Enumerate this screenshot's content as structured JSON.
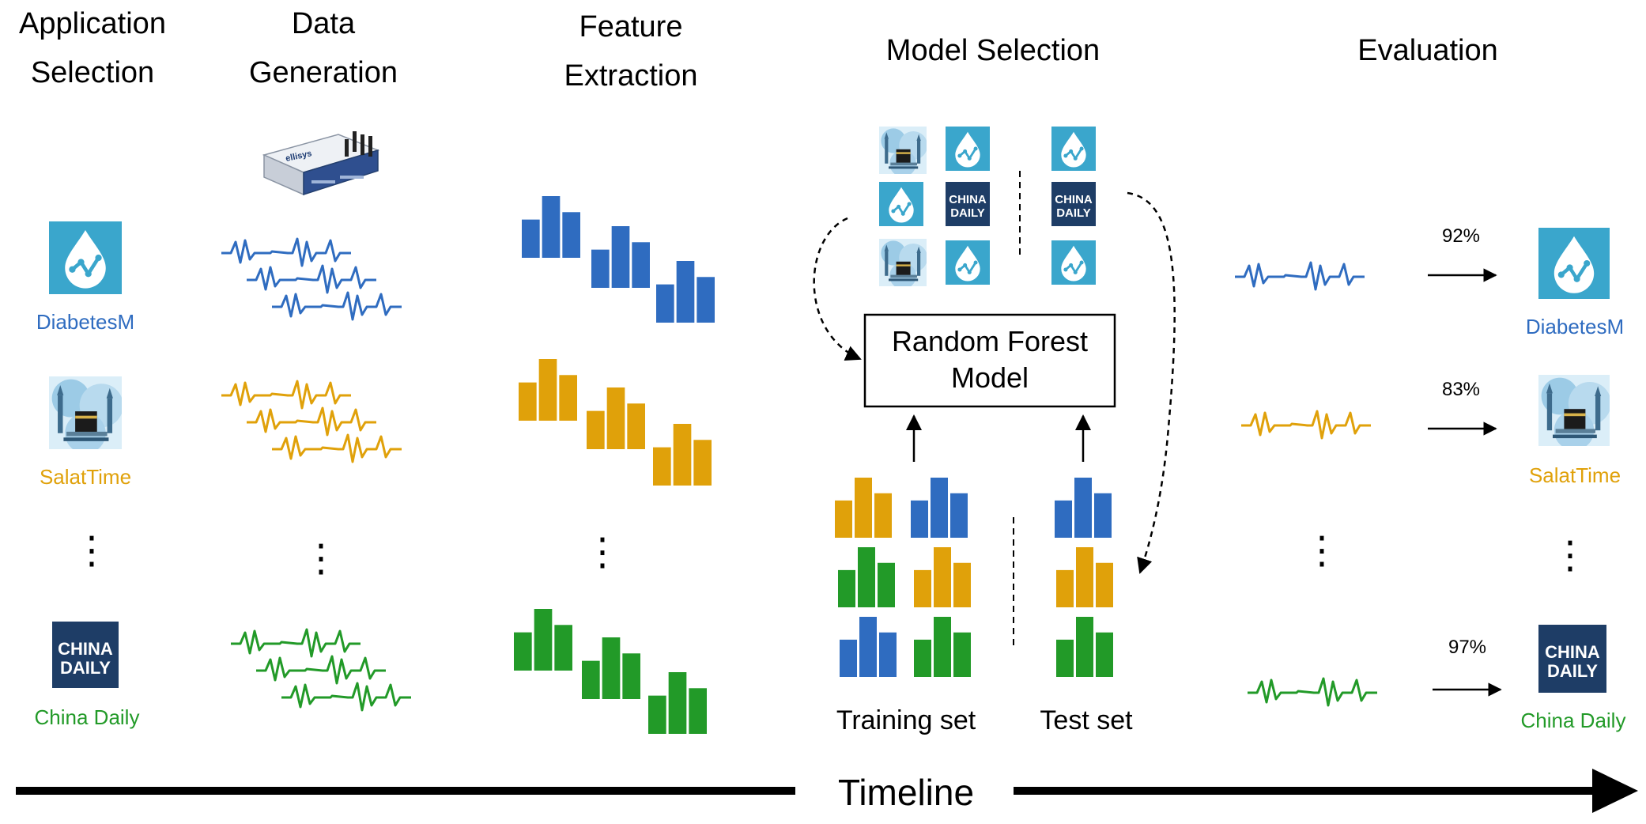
{
  "stages": [
    {
      "line1": "Application",
      "line2": "Selection"
    },
    {
      "line1": "Data",
      "line2": "Generation"
    },
    {
      "line1": "Feature",
      "line2": "Extraction"
    },
    {
      "line1": "Model Selection"
    },
    {
      "line1": "Evaluation"
    }
  ],
  "apps": [
    {
      "name": "DiabetesM",
      "color": "#2f6cc0",
      "icon": "drop-chart-icon"
    },
    {
      "name": "SalatTime",
      "color": "#e0a10a",
      "icon": "mosque-icon"
    },
    {
      "name": "China Daily",
      "color": "#229a28",
      "icon": "newspaper-logo-icon"
    }
  ],
  "device_logo": "ellisys",
  "china_daily_logo": {
    "line1": "CHINA",
    "line2": "DAILY"
  },
  "model": {
    "line1": "Random Forest",
    "line2": "Model"
  },
  "sets": {
    "training": "Training set",
    "test": "Test set"
  },
  "evaluation": [
    {
      "accuracy": "92%",
      "app": "DiabetesM"
    },
    {
      "accuracy": "83%",
      "app": "SalatTime"
    },
    {
      "accuracy": "97%",
      "app": "China Daily"
    }
  ],
  "timeline": "Timeline",
  "ellipsis": "⋮",
  "colors": {
    "diabetes_tile": "#3aa6cc",
    "china_tile": "#1e3d66",
    "salat_sky": "#9ccbe6"
  }
}
